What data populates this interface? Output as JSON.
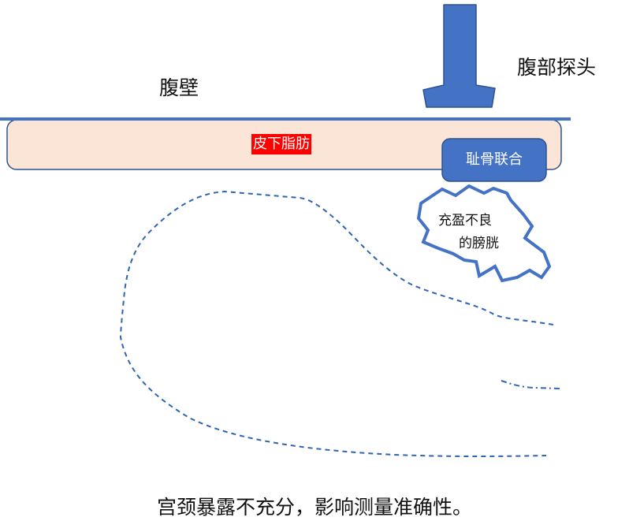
{
  "labels": {
    "abdominal_wall": "腹壁",
    "abdominal_probe": "腹部探头",
    "subcutaneous_fat": "皮下脂肪",
    "pubic_symphysis": "耻骨联合",
    "bladder_line1": "充盈不良",
    "bladder_line2": "的膀胱",
    "caption": "宫颈暴露不充分，影响测量准确性。"
  },
  "colors": {
    "probe_fill": "#4472C4",
    "probe_stroke": "#2F528F",
    "wall_line": "#4472C4",
    "fat_fill": "#FBE5D6",
    "fat_border": "#2F528F",
    "fat_label_bg": "#FF0000",
    "fat_label_text": "#FFFFFF",
    "pubis_fill": "#4472C4",
    "bladder_stroke": "#4472C4",
    "uterus_dash": "#2E64B0",
    "text": "#111111"
  }
}
